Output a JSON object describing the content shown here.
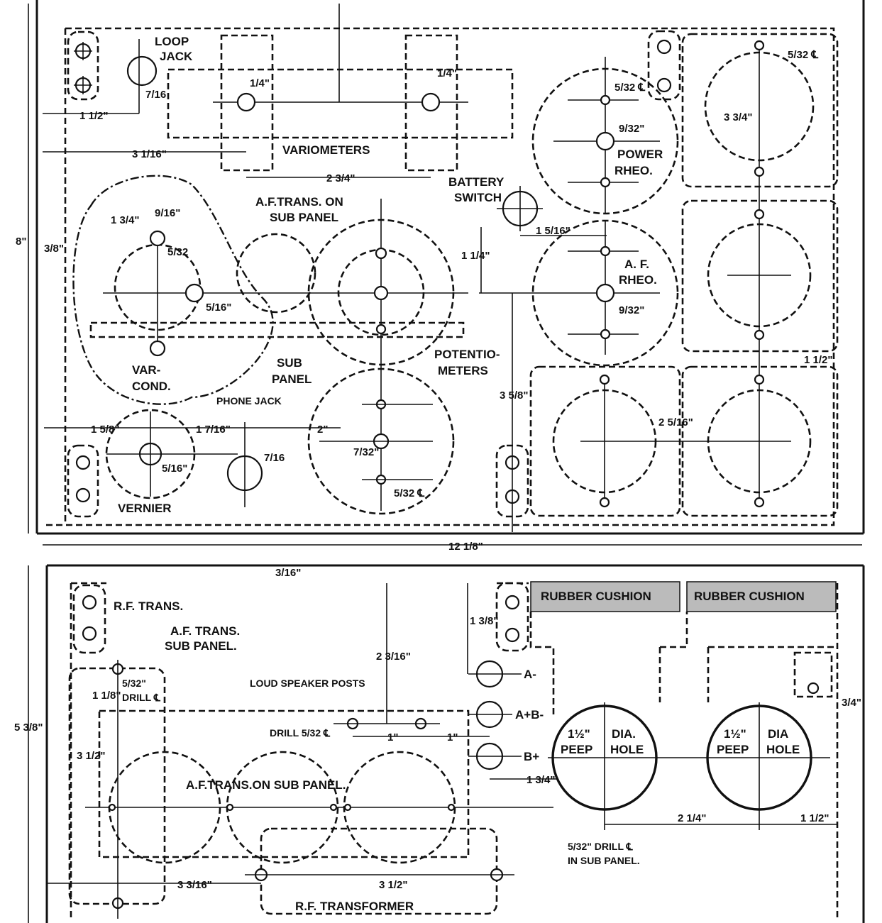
{
  "top_panel": {
    "labels": {
      "loop_jack_1": "LOOP",
      "loop_jack_2": "JACK",
      "variometers": "VARIOMETERS",
      "battery_switch_1": "BATTERY",
      "battery_switch_2": "SWITCH",
      "power_rheo_1": "POWER",
      "power_rheo_2": "RHEO.",
      "af_trans_1": "A.F.TRANS. ON",
      "af_trans_2": "SUB PANEL",
      "af_rheo_1": "A. F.",
      "af_rheo_2": "RHEO.",
      "var_cond_1": "VAR-",
      "var_cond_2": "COND.",
      "sub_panel_1": "SUB",
      "sub_panel_2": "PANEL",
      "potentiometers_1": "POTENTIO-",
      "potentiometers_2": "METERS",
      "phone_jack": "PHONE JACK",
      "vernier": "VERNIER"
    },
    "dims": {
      "overall_width": "12 1/8\"",
      "height": "8\"",
      "loop_1_1_2": "1 1/2\"",
      "d_3_1_16": "3 1/16\"",
      "d_2_3_4": "2 3/4\"",
      "d_1_3_4": "1 3/4\"",
      "d_9_16_a": "9/16\"",
      "d_3_8_left": "3/8\"",
      "d_1_5_8": "1 5/8\"",
      "d_1_7_16": "1 7/16\"",
      "d_2": "2\"",
      "d_1_5_16": "1 5/16\"",
      "d_3_3_4": "3 3/4\"",
      "d_2_5_16": "2 5/16\"",
      "d_3_5_8": "3 5/8\"",
      "d_1_1_4": "1 1/4\"",
      "d_1_1_2_right": "1 1/2\"",
      "hole_7_16": "7/16",
      "hole_1_4": "1/4\"",
      "hole_5_32": "5/32",
      "hole_5_32_cl": "5/32 ℄",
      "hole_9_32": "9/32\"",
      "hole_5_16": "5/16\"",
      "hole_7_32": "7/32\""
    }
  },
  "bottom_panel": {
    "labels": {
      "rf_trans": "R.F. TRANS.",
      "af_trans_sub_1": "A.F. TRANS.",
      "af_trans_sub_2": "SUB PANEL.",
      "drill_532": "5/32\"",
      "drill_label": "DRILL ℄",
      "loud_speaker": "LOUD SPEAKER POSTS",
      "drill_small": "DRILL 5/32 ℄",
      "af_trans_on_sub": "A.F.TRANS.ON SUB PANEL.",
      "rf_transformer": "R.F. TRANSFORMER",
      "rubber_cushion_1": "RUBBER CUSHION",
      "rubber_cushion_2": "RUBBER CUSHION",
      "a_minus": "A-",
      "a_plus_b_minus": "A+B-",
      "b_plus": "B+",
      "peep_1_size": "1½\"",
      "peep_1_dia": "DIA.",
      "peep_1_word": "PEEP",
      "peep_1_hole": "HOLE",
      "peep_2_size": "1½\"",
      "peep_2_dia": "DIA",
      "peep_2_word": "PEEP",
      "peep_2_hole": "HOLE",
      "sub_drill_1": "5/32\" DRILL ℄",
      "sub_drill_2": "IN SUB PANEL."
    },
    "dims": {
      "height": "5 3/8\"",
      "d_1_1_8": "1 1/8\"",
      "d_3_1_2_v": "3 1/2\"",
      "d_2_3_16": "2 3/16\"",
      "d_1_3_8": "1 3/8\"",
      "d_1": "1\"",
      "d_1_b": "1\"",
      "d_1_3_4": "1 3/4\"",
      "d_2_1_4": "2 1/4\"",
      "d_1_1_2": "1 1/2\"",
      "d_3_3_16": "3 3/16\"",
      "d_3_1_2": "3 1/2\"",
      "d_3_4": "3/4\"",
      "d_3_16": "3/16\""
    }
  }
}
